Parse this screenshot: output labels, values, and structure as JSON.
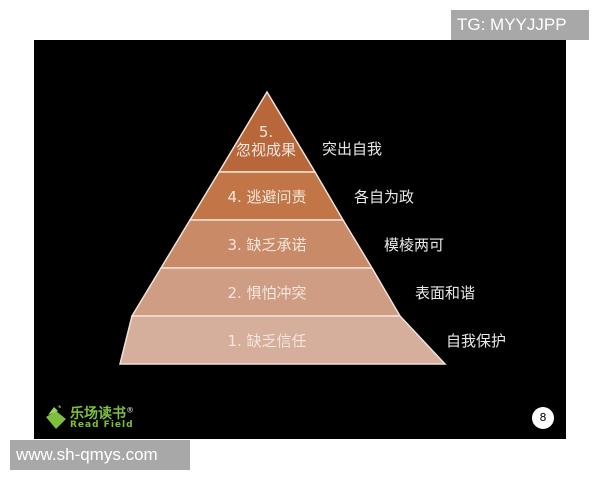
{
  "watermarks": {
    "top": "TG: MYYJJPP",
    "bottom": "www.sh-qmys.com"
  },
  "slide": {
    "background": "#000000",
    "page_number": "8",
    "logo": {
      "name_cn": "乐场读书",
      "registered": "®",
      "name_en": "Read Field",
      "color": "#7fbf3f"
    },
    "pyramid": {
      "layers": [
        {
          "level": 5,
          "number": "5.",
          "label": "忽视成果",
          "side": "突出自我",
          "color": "#b8673a"
        },
        {
          "level": 4,
          "number": "4.",
          "label": "逃避问责",
          "side": "各自为政",
          "color": "#c27648"
        },
        {
          "level": 3,
          "number": "3.",
          "label": "缺乏承诺",
          "side": "模棱两可",
          "color": "#c98a68"
        },
        {
          "level": 2,
          "number": "2.",
          "label": "惧怕冲突",
          "side": "表面和谐",
          "color": "#cf9d84"
        },
        {
          "level": 1,
          "number": "1.",
          "label": "缺乏信任",
          "side": "自我保护",
          "color": "#d6ae9c"
        }
      ],
      "layer_texts": {
        "l5_num": "5.",
        "l5": "忽视成果",
        "l4": "4. 逃避问责",
        "l3": "3. 缺乏承诺",
        "l2": "2. 惧怕冲突",
        "l1": "1. 缺乏信任"
      }
    }
  }
}
